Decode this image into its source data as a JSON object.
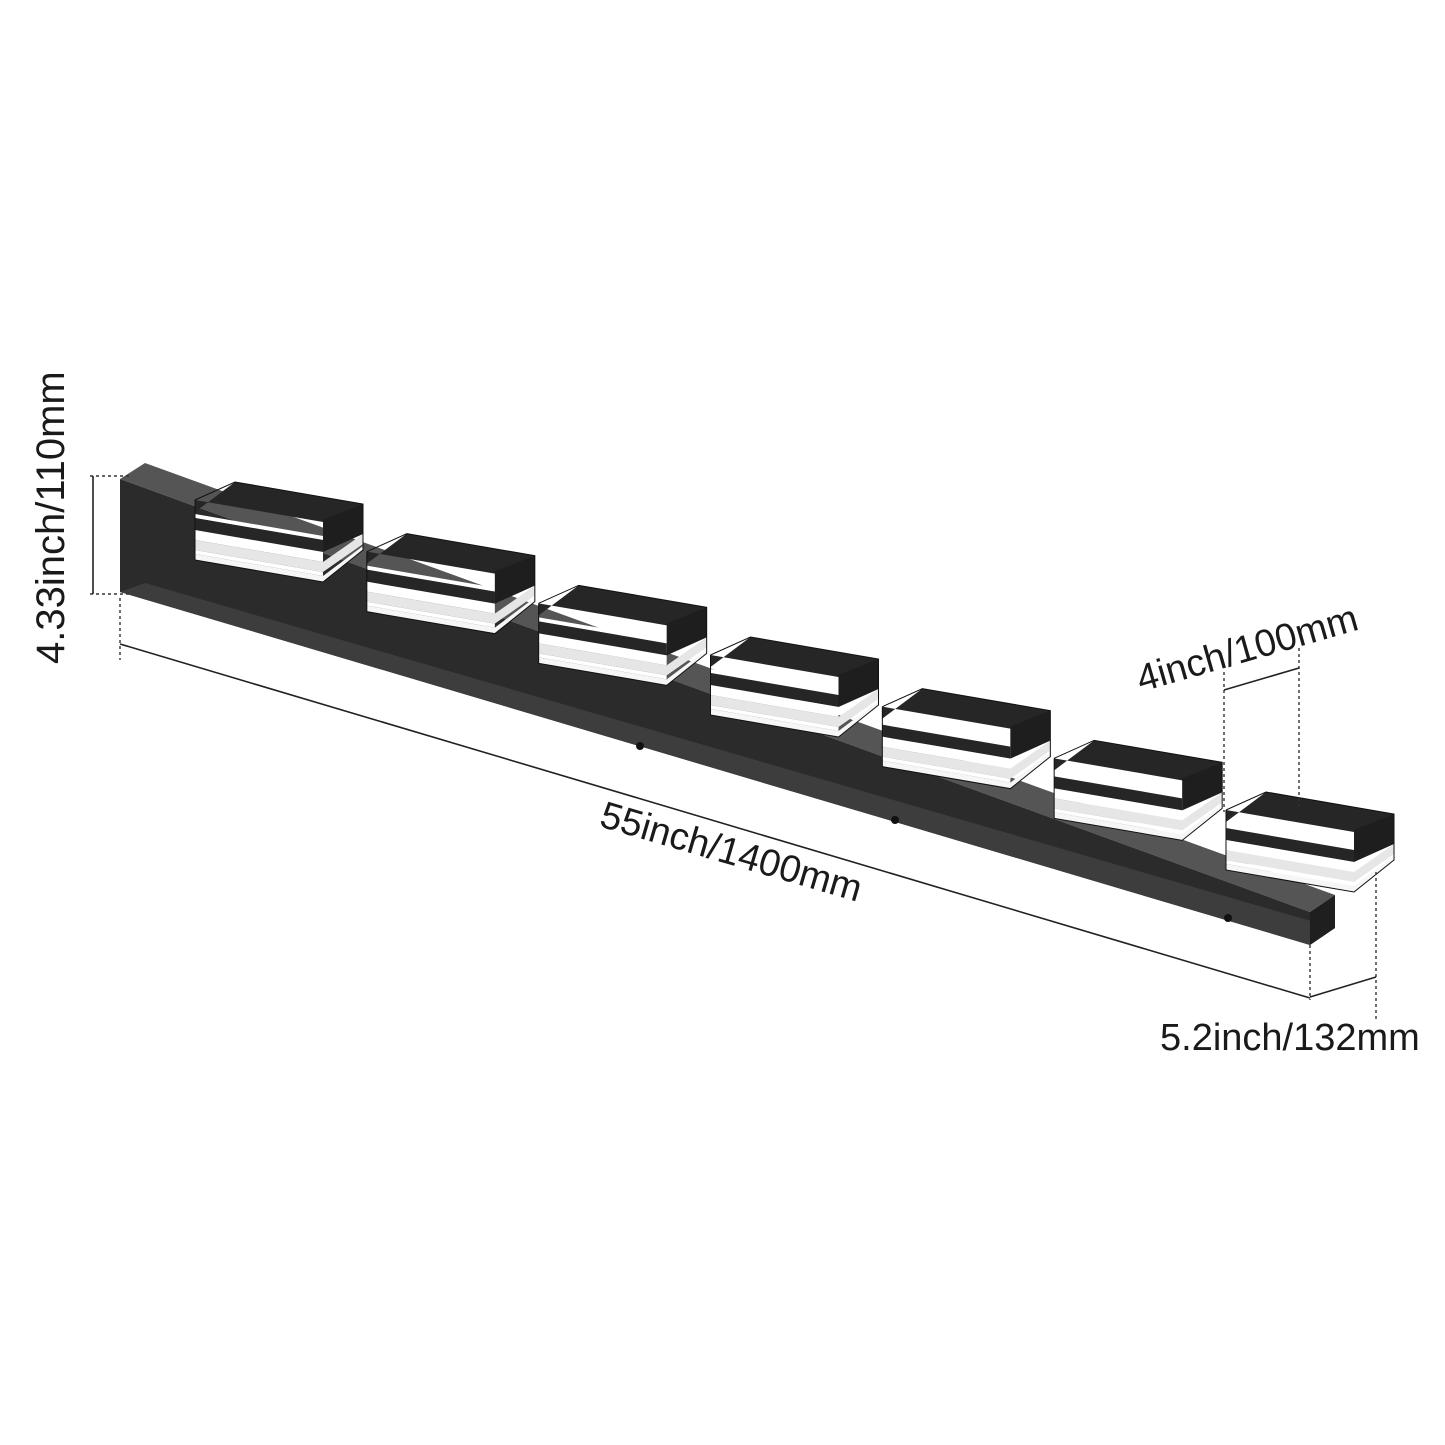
{
  "dimensions": {
    "height_label": "4.33inch/110mm",
    "length_label": "55inch/1400mm",
    "shade_width_label": "4inch/100mm",
    "depth_label": "5.2inch/132mm"
  },
  "product": {
    "light_count": 7,
    "colors": {
      "bar_front": "#2b2b2b",
      "bar_side": "#3a3a3a",
      "bar_top": "#4a4a4a",
      "shade_dark": "#262626",
      "shade_light": "#ffffff"
    }
  }
}
